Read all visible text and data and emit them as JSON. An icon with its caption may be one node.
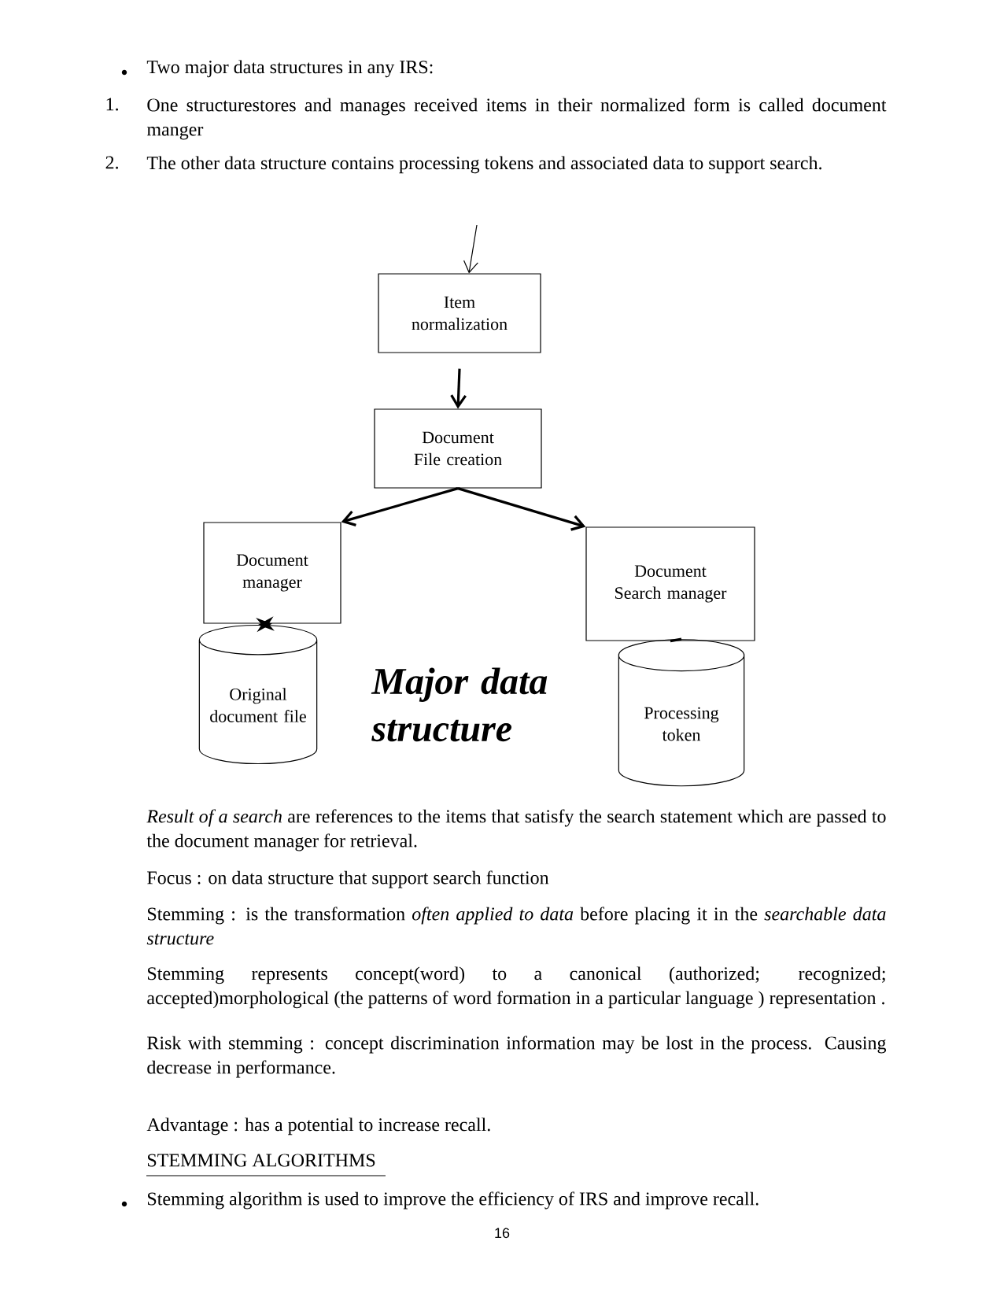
{
  "diagram": {
    "nodes": [
      {
        "text": [
          "Item normalization"
        ]
      },
      {
        "text": [
          "Document File creation"
        ]
      },
      {
        "text": [
          "Document manager"
        ]
      },
      {
        "text": [
          "Document Search manager"
        ]
      },
      {
        "text": [
          "Original document file"
        ]
      },
      {
        "text": [
          "Processing token"
        ]
      }
    ],
    "edges": [
      {
        "from": null,
        "to": 0,
        "arrow": "to"
      },
      {
        "from": 0,
        "to": 1,
        "arrow": "to"
      },
      {
        "from": 1,
        "to": 2,
        "arrow": "to"
      },
      {
        "from": 1,
        "to": 3,
        "arrow": "to"
      },
      {
        "from": 2,
        "to": 4,
        "arrow": "both"
      },
      {
        "from": 3,
        "to": 5,
        "arrow": "none"
      }
    ],
    "labels": [
      "Two major data structures in any IRS:",
      "1.",
      "One structurestores and manages  received items in their normalized form is called document manger",
      "2.",
      "The other data structure contains processing tokens and associated data to support search.",
      "Major data structure",
      "*Result of a search* are references to the items that satisfy the search statement which are passed to the document manager for retrieval.",
      "Focus : on data structure that support search function",
      "Stemming : is the transformation *often applied to data* before placing it in the *searchable data structure*",
      "Stemming represents concept(word) to a canonical (authorized; recognized; accepted)morphological (the patterns of word formation in a particular language ) representation .",
      "Risk with stemming : concept discrimination information may be lost in the process. Causing decrease in performance.",
      "Advantage : has a potential to increase recall.",
      "STEMMING ALGORITHMS",
      "Stemming algorithm is used to improve the efficiency of IRS and improve recall.",
      "16"
    ]
  }
}
